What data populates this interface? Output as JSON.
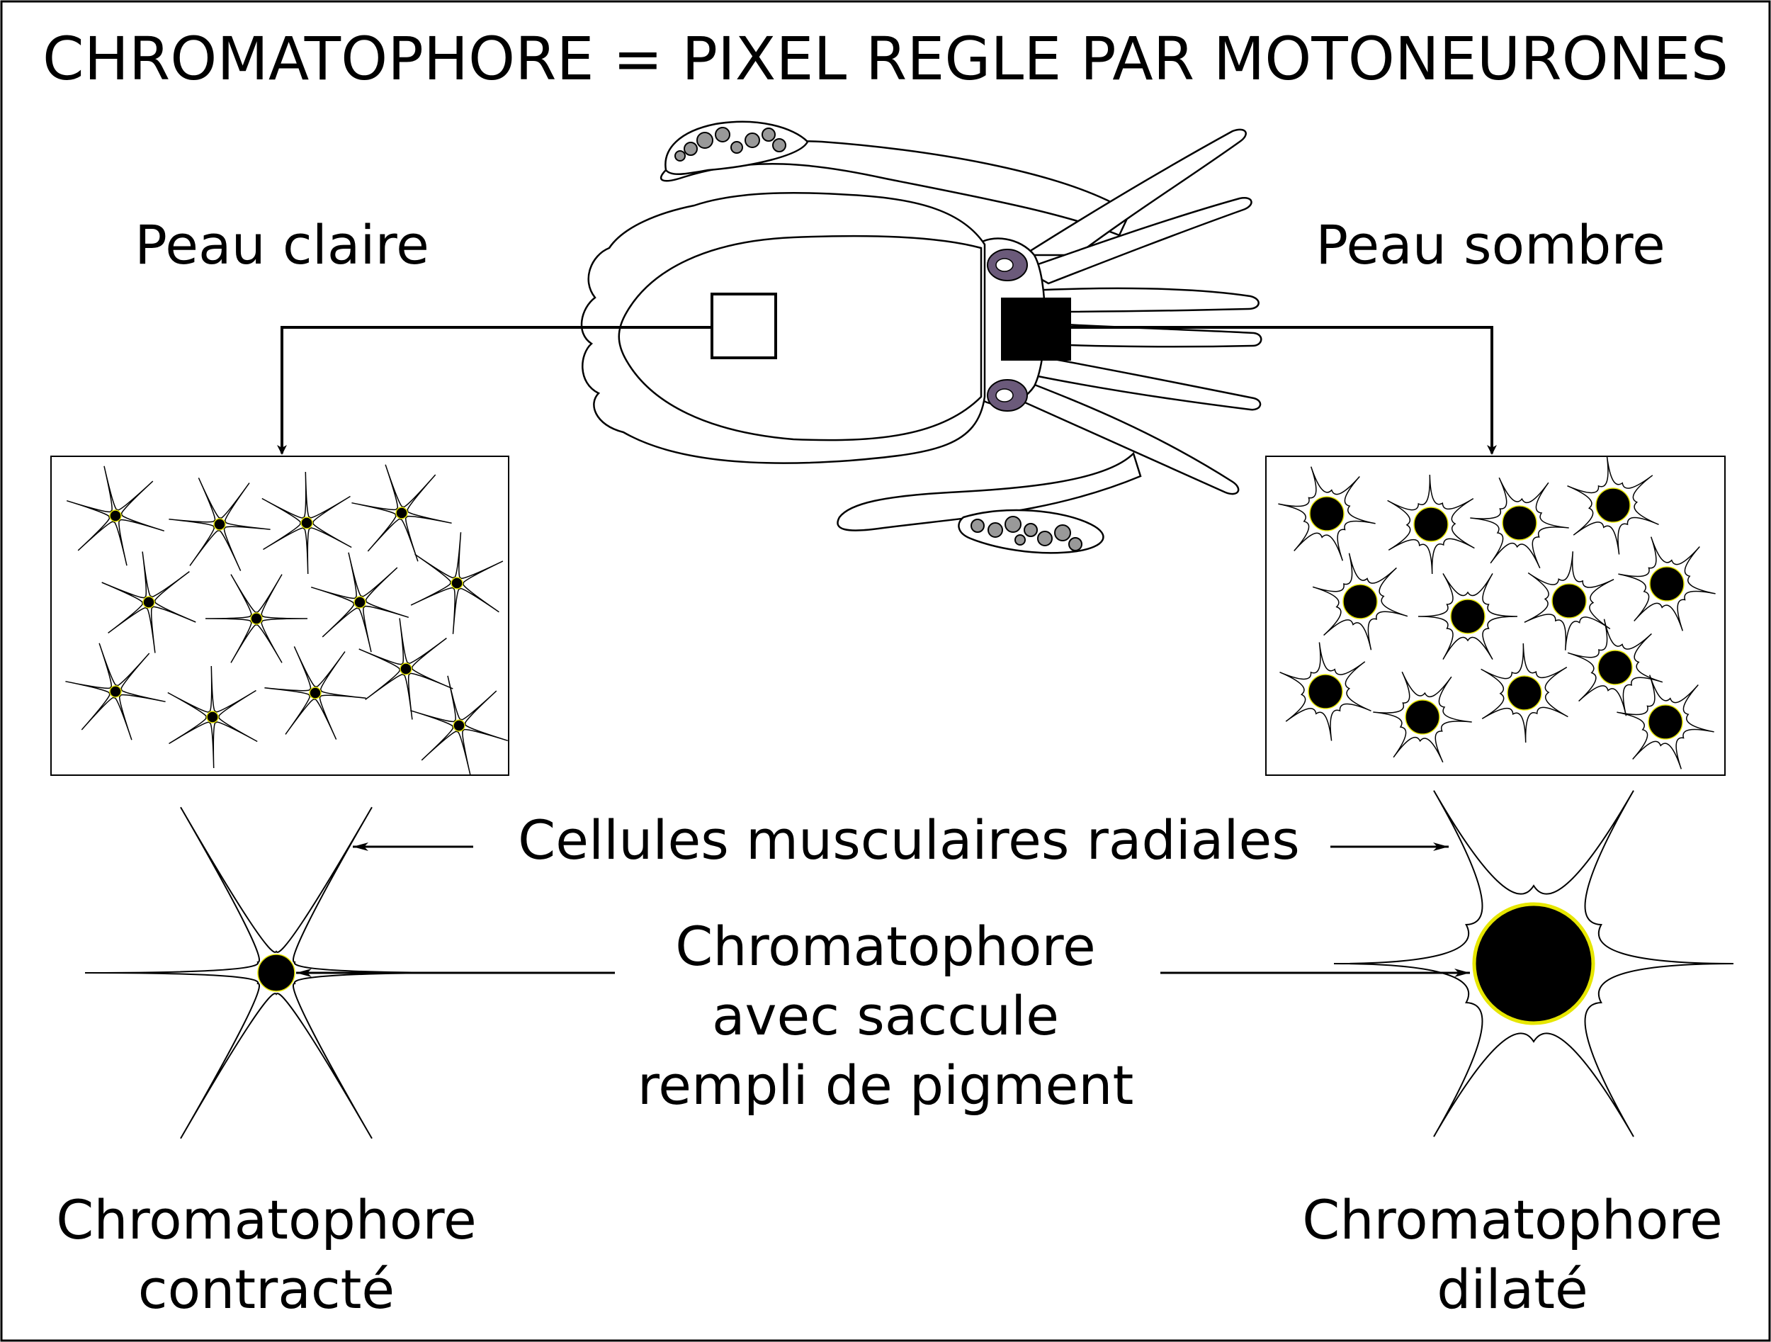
{
  "title": "CHROMATOPHORE = PIXEL REGLE PAR MOTONEURONES",
  "left": {
    "skin_label": "Peau claire",
    "chromatophore_label": [
      "Chromatophore",
      "contracté"
    ]
  },
  "right": {
    "skin_label": "Peau sombre",
    "chromatophore_label": [
      "Chromatophore",
      "dilaté"
    ]
  },
  "center": {
    "muscle_label": "Cellules musculaires radiales",
    "pigment_label": [
      "Chromatophore",
      "avec saccule",
      "rempli de pigment"
    ]
  },
  "colors": {
    "stroke": "#000000",
    "pigment": "#000000",
    "pigment_rim": "#e6e600",
    "sucker": "#999999",
    "eye": "#6b5a7a"
  },
  "icons": {
    "animal": "cuttlefish-icon",
    "light_swatch": "white-square-icon",
    "dark_swatch": "black-square-icon"
  }
}
